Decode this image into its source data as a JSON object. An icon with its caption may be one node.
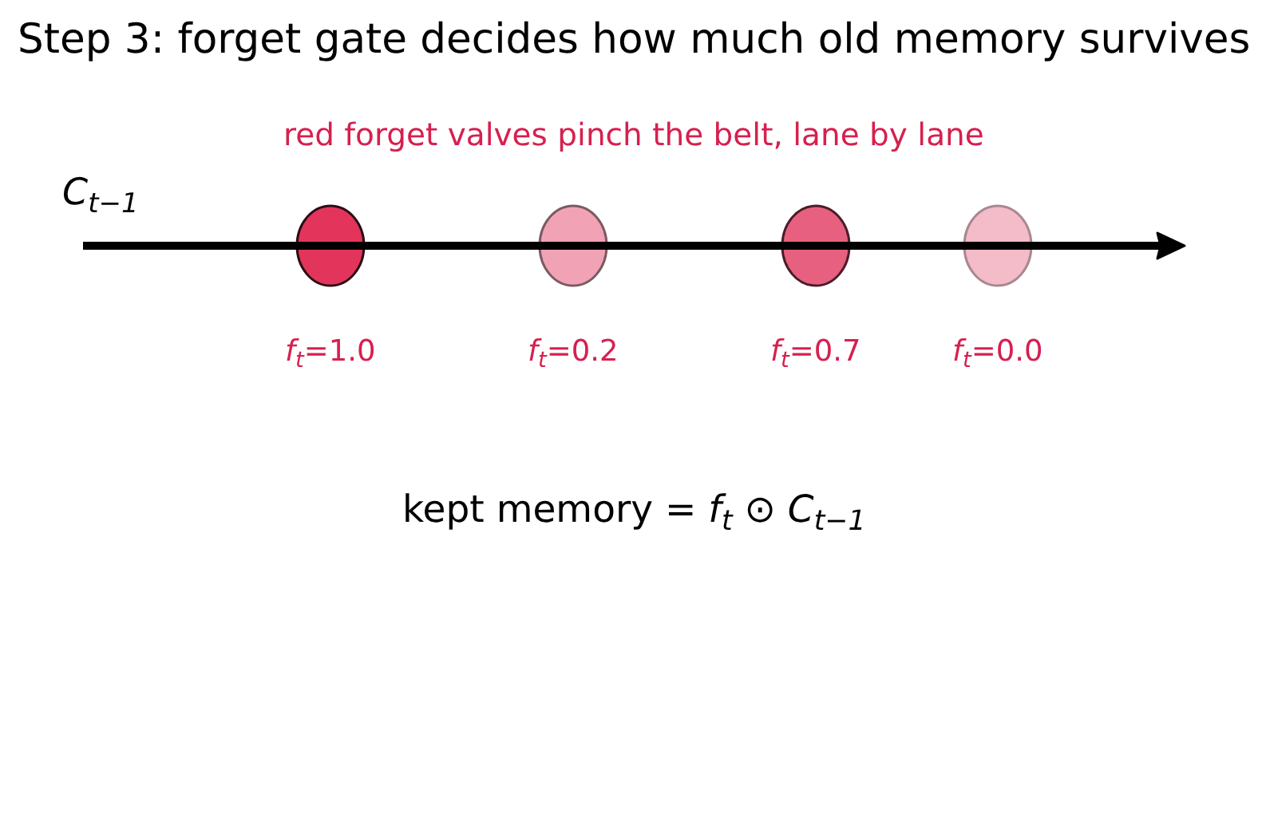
{
  "diagram": {
    "title": "Step 3: forget gate decides how much old memory survives",
    "nodes": [
      {
        "text": [],
        "shape": "circle",
        "beside": [
          "*f*$_{t}$=1.0"
        ]
      },
      {
        "text": [],
        "shape": "circle",
        "beside": [
          "*f*$_{t}$=0.2"
        ]
      },
      {
        "text": [],
        "shape": "circle",
        "beside": [
          "*f*$_{t}$=0.7"
        ]
      },
      {
        "text": [],
        "shape": "circle",
        "beside": [
          "*f*$_{t}$=0.0"
        ]
      }
    ],
    "labels": [
      "red forget valves pinch the belt, lane by lane",
      "*C*$_{t−1}$",
      "kept memory = *f*$_{t}$ ⊙ *C*$_{t−1}$"
    ]
  }
}
